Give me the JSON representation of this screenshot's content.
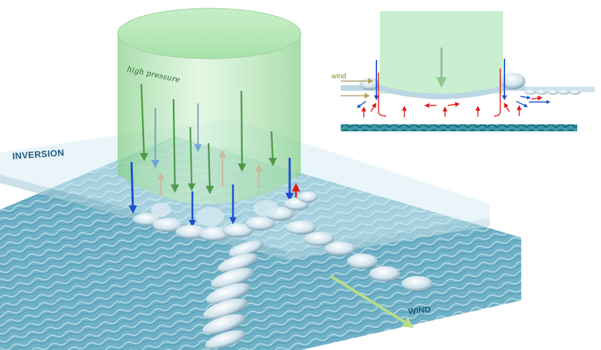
{
  "labels": {
    "high_pressure": "high pressure",
    "inversion": "INVERSION",
    "wind": "WIND",
    "inset_wind": "wind"
  },
  "colors": {
    "column_fill": "#9fdca0",
    "column_stroke": "#7fc784",
    "inversion_plate": "#cfe6f0",
    "sea_surface": "#6eaec3",
    "downdraft_green": "#4f9a4a",
    "downdraft_blue": "#1a4fd0",
    "updraft_red": "#e01818",
    "wind_arrow": "#b9dc8a",
    "inset_wind_arrow": "#b2a560"
  },
  "icons": {
    "downdraft": "arrow-down-icon",
    "outflow": "arrow-out-icon",
    "wind": "arrow-diagonal-icon"
  }
}
